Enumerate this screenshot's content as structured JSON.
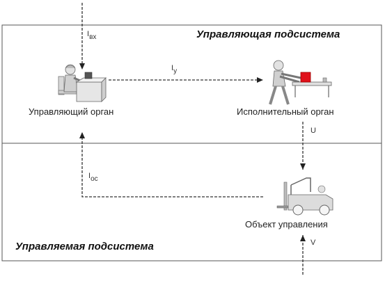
{
  "subsystems": {
    "control": "Управляющая подсистема",
    "controlled": "Управляемая подсистема"
  },
  "nodes": {
    "control_body": "Управляющий орган",
    "executive_body": "Исполнительный орган",
    "control_object": "Объект управления"
  },
  "signals": {
    "input_main": "I",
    "input_sub": "вх",
    "control_main": "I",
    "control_sub": "у",
    "feedback_main": "I",
    "feedback_sub": "ос",
    "action": "U",
    "disturbance": "V"
  },
  "icons": {
    "control_body": "office-worker-at-desk-icon",
    "executive_body": "worker-at-workbench-icon",
    "control_object": "forklift-icon"
  },
  "colors": {
    "line": "#333333",
    "box_red": "#e0101a"
  }
}
